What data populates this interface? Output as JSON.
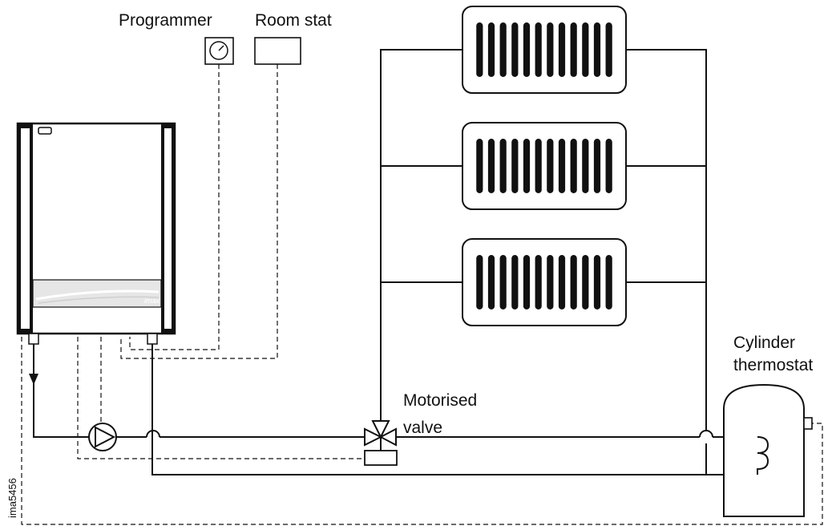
{
  "labels": {
    "programmer": "Programmer",
    "room_stat": "Room stat",
    "motorised_line1": "Motorised",
    "motorised_line2": "valve",
    "cylinder_line1": "Cylinder",
    "cylinder_line2": "thermostat",
    "boiler_brand": "imax",
    "figure_code": "ima5456"
  },
  "components": {
    "radiator_count": 3,
    "radiator_slots": 12
  },
  "icons": {
    "programmer": "clock-dial-icon",
    "pump": "pump-icon",
    "valve": "three-way-valve-icon",
    "coil": "heating-coil-icon"
  },
  "colors": {
    "line": "#111111",
    "background": "#ffffff",
    "boiler_panel": "#e6e6e6"
  }
}
